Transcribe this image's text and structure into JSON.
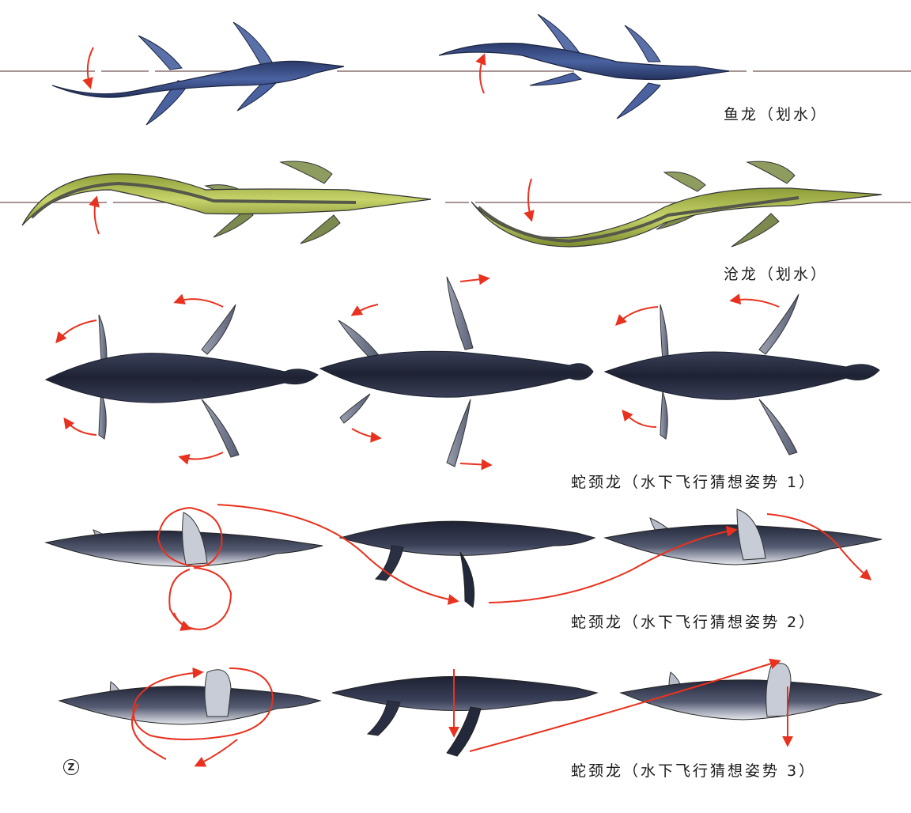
{
  "captions": {
    "ichthyosaur": "鱼龙（划水）",
    "mosasaur": "沧龙（划水）",
    "plesio_1": "蛇颈龙（水下飞行猜想姿势 1）",
    "plesio_2": "蛇颈龙（水下飞行猜想姿势 2）",
    "plesio_3": "蛇颈龙（水下飞行猜想姿势 3）"
  },
  "mark": "Z",
  "colors": {
    "ichthyosaur_body": "#33467a",
    "mosasaur_body": "#a9b84a",
    "mosasaur_stripe": "#55584a",
    "plesio_dark": "#2e3448",
    "plesio_light": "#c8cbd4",
    "arrow": "#e8321f",
    "waterline": "#8a7070"
  }
}
